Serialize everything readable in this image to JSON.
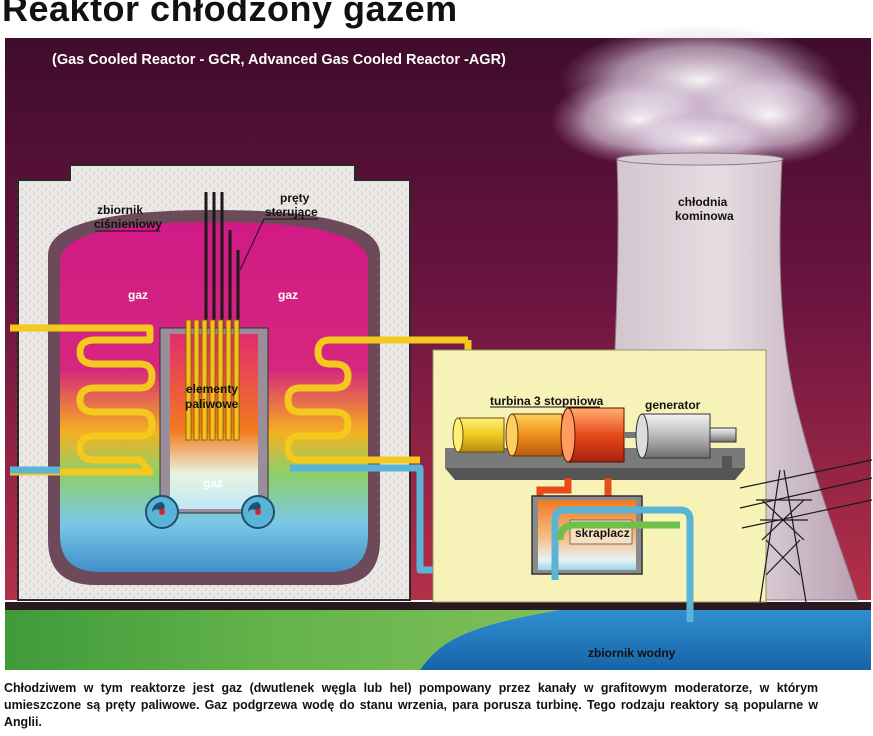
{
  "title": "Reaktor chłodzony gazem",
  "subtitle": "(Gas Cooled Reactor - GCR, Advanced Gas Cooled Reactor -AGR)",
  "labels": {
    "pressure_vessel_l1": "zbiornik",
    "pressure_vessel_l2": "ciśnieniowy",
    "control_rods_l1": "pręty",
    "control_rods_l2": "sterujące",
    "gas_left": "gaz",
    "gas_right": "gaz",
    "gas_bottom": "gaz",
    "fuel_l1": "elementy",
    "fuel_l2": "paliwowe",
    "cooling_tower_l1": "chłodnia",
    "cooling_tower_l2": "kominowa",
    "turbine": "turbina 3 stopniowa",
    "generator": "generator",
    "condenser": "skraplacz",
    "water_reservoir": "zbiornik wodny"
  },
  "caption": "Chłodziwem w tym reaktorze jest gaz (dwutlenek węgla lub hel) pompowany przez kanały w grafitowym moderatorze, w którym umieszczone są pręty paliwowe. Gaz podgrzewa wodę do stanu wrzenia, para porusza turbinę. Tego rodzaju reaktory są popularne w Anglii.",
  "colors": {
    "sky_top": "#4a1030",
    "sky_bottom": "#b0304a",
    "gas_magenta": "#d41a8c",
    "steam_yellow": "#f2d21c",
    "water_blue": "#5ab4d6",
    "turbine_hall": "#f7f3b8"
  }
}
